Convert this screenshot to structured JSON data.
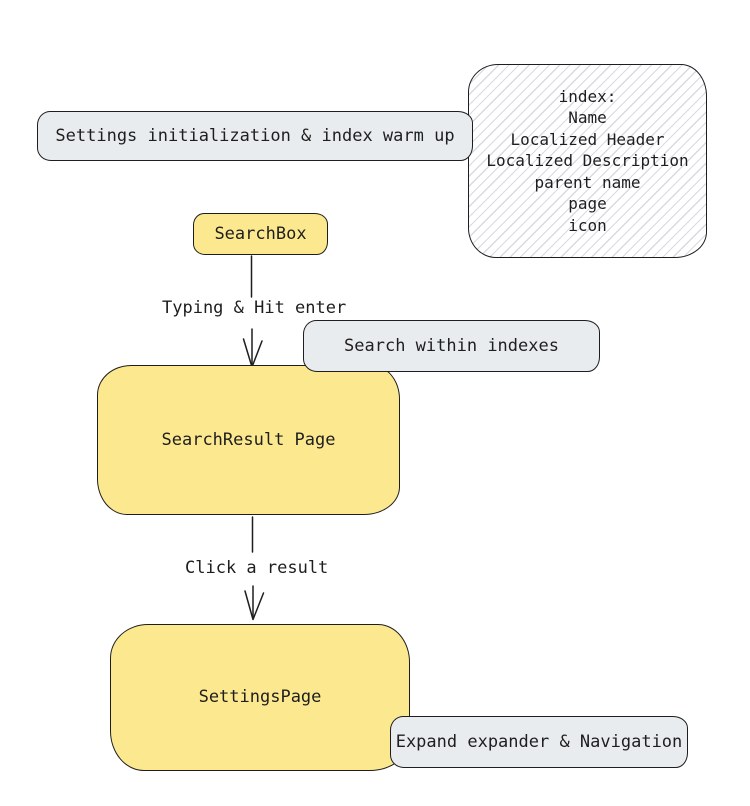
{
  "diagram": {
    "nodes": {
      "settings_init": {
        "label": "Settings initialization & index warm up"
      },
      "index_info": {
        "lines": [
          "index:",
          "Name",
          "Localized Header",
          "Localized Description",
          "parent name",
          "page",
          "icon"
        ]
      },
      "search_box": {
        "label": "SearchBox"
      },
      "search_within": {
        "label": "Search within indexes"
      },
      "search_result": {
        "label": "SearchResult Page"
      },
      "settings_page": {
        "label": "SettingsPage"
      },
      "expand_nav": {
        "label": "Expand expander & Navigation"
      }
    },
    "edge_labels": {
      "typing": "Typing & Hit enter",
      "click": "Click a result"
    },
    "colors": {
      "node_yellow": "#fce98f",
      "node_gray": "#e9ecef",
      "stroke": "#1e1e1e",
      "hatch": "#d7dbdf"
    }
  }
}
